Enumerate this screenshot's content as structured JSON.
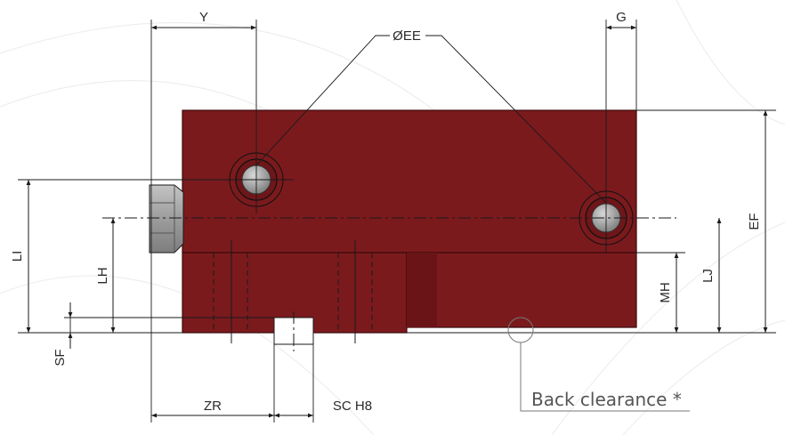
{
  "labels": {
    "Y": "Y",
    "G": "G",
    "OEE": "ØEE",
    "EF": "EF",
    "LI": "LI",
    "LH": "LH",
    "MH": "MH",
    "LJ": "LJ",
    "SF": "SF",
    "ZR": "ZR",
    "SC": "SC H8",
    "back_clearance": "Back clearance *"
  },
  "colors": {
    "body": "#7b1a1d",
    "body_edge": "#3a0b0c",
    "background": "#ffffff",
    "bolt": "#9a9a9a",
    "fitting": "#a8a8a8"
  }
}
